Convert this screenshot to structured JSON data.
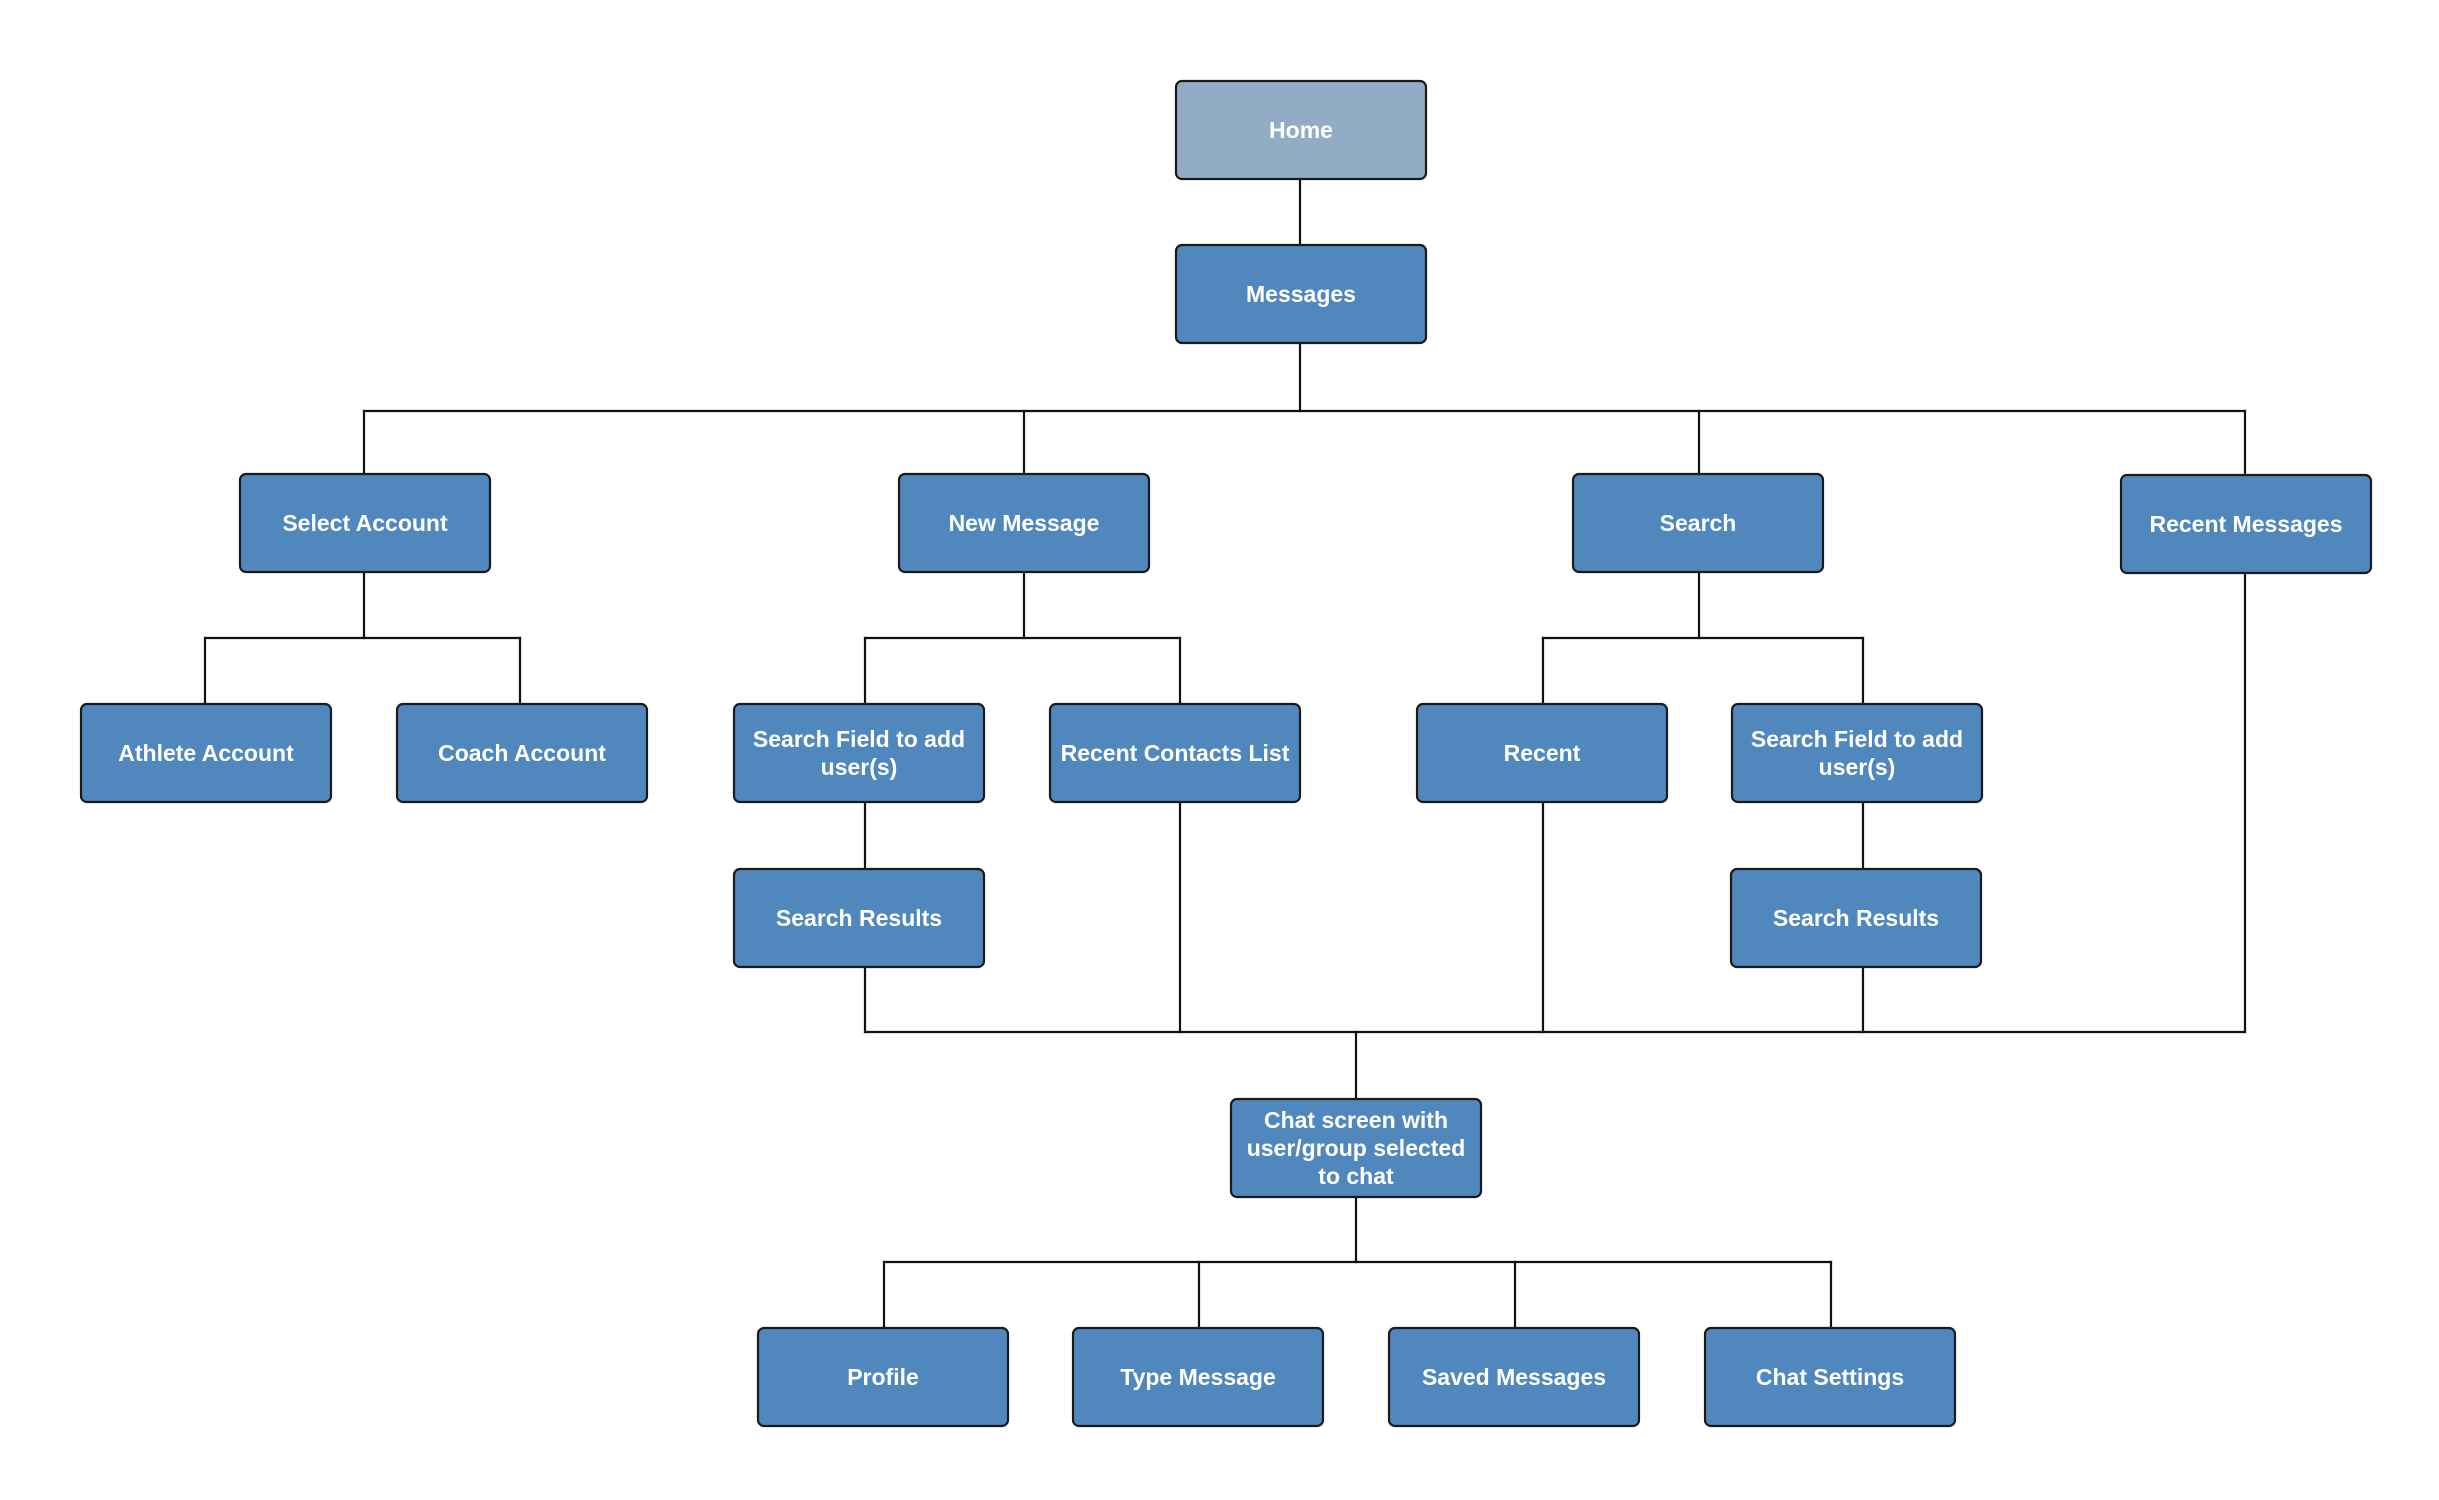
{
  "diagram": {
    "colors": {
      "root_fill": "#93acc5",
      "node_fill": "#5088bd",
      "node_border": "#1a1a1a",
      "connector": "#111111",
      "text": "#ffffff"
    },
    "nodes": {
      "home": {
        "lines": [
          "Home"
        ],
        "root": true
      },
      "messages": {
        "lines": [
          "Messages"
        ]
      },
      "select_account": {
        "lines": [
          "Select Account"
        ]
      },
      "new_message": {
        "lines": [
          "New Message"
        ]
      },
      "search": {
        "lines": [
          "Search"
        ]
      },
      "recent_messages": {
        "lines": [
          "Recent Messages"
        ]
      },
      "athlete_account": {
        "lines": [
          "Athlete Account"
        ]
      },
      "coach_account": {
        "lines": [
          "Coach Account"
        ]
      },
      "search_field_1": {
        "lines": [
          "Search Field to add",
          "user(s)"
        ]
      },
      "recent_contacts_list": {
        "lines": [
          "Recent Contacts List"
        ]
      },
      "recent": {
        "lines": [
          "Recent"
        ]
      },
      "search_field_2": {
        "lines": [
          "Search Field to add",
          "user(s)"
        ]
      },
      "search_results_1": {
        "lines": [
          "Search Results"
        ]
      },
      "search_results_2": {
        "lines": [
          "Search Results"
        ]
      },
      "chat_screen": {
        "lines": [
          "Chat screen with",
          "user/group selected",
          "to chat"
        ]
      },
      "profile": {
        "lines": [
          "Profile"
        ]
      },
      "type_message": {
        "lines": [
          "Type Message"
        ]
      },
      "saved_messages": {
        "lines": [
          "Saved Messages"
        ]
      },
      "chat_settings": {
        "lines": [
          "Chat Settings"
        ]
      }
    }
  }
}
